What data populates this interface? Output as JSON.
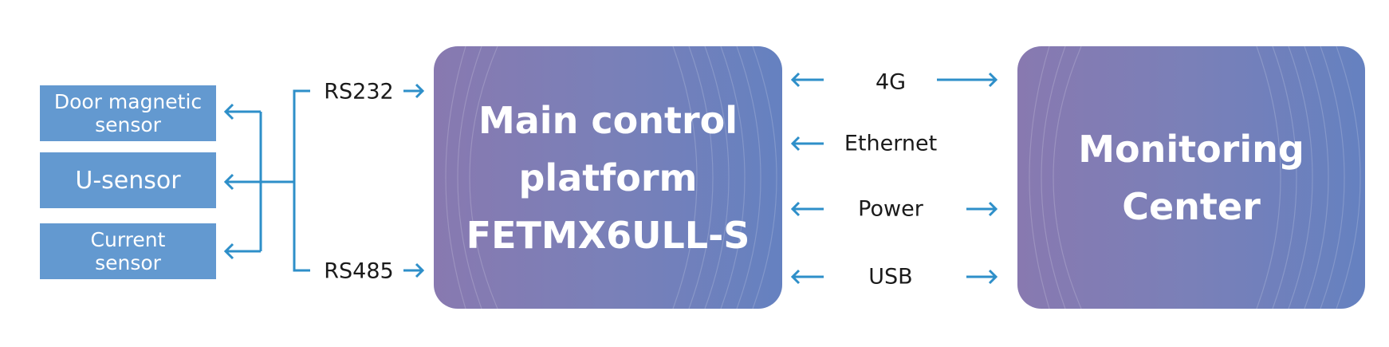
{
  "sensors": [
    "Door magnetic sensor",
    "U-sensor",
    "Current sensor"
  ],
  "buses": {
    "top": "RS232",
    "bottom": "RS485"
  },
  "main_box": {
    "line1": "Main control",
    "line2": "platform",
    "line3": "FETMX6ULL-S"
  },
  "links": [
    "4G",
    "Ethernet",
    "Power",
    "USB"
  ],
  "monitor_box": {
    "line1": "Monitoring",
    "line2": "Center"
  },
  "colors": {
    "sensor": "#6399d0",
    "arrow": "#2e8fc9",
    "gradient_start": "#8879b0",
    "gradient_end": "#6581c0"
  }
}
